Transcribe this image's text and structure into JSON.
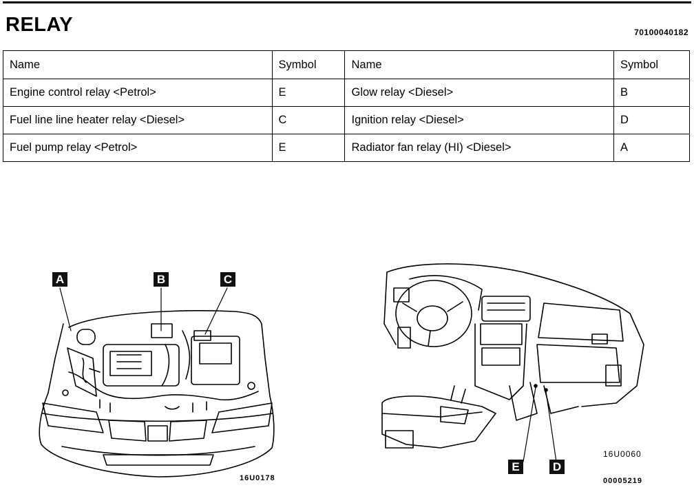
{
  "title": "RELAY",
  "doc_number": "70100040182",
  "table": {
    "headers": [
      "Name",
      "Symbol",
      "Name",
      "Symbol"
    ],
    "rows": [
      [
        "Engine control relay <Petrol>",
        "E",
        "Glow relay <Diesel>",
        "B"
      ],
      [
        "Fuel line line heater relay <Diesel>",
        "C",
        "Ignition relay <Diesel>",
        "D"
      ],
      [
        "Fuel pump relay <Petrol>",
        "E",
        "Radiator fan relay (HI) <Diesel>",
        "A"
      ]
    ]
  },
  "figures": {
    "engine_bay": {
      "labels": [
        "A",
        "B",
        "C"
      ],
      "code": "16U0178"
    },
    "dashboard": {
      "labels": [
        "E",
        "D"
      ],
      "code": "16U0060",
      "code2": "00005219"
    }
  }
}
